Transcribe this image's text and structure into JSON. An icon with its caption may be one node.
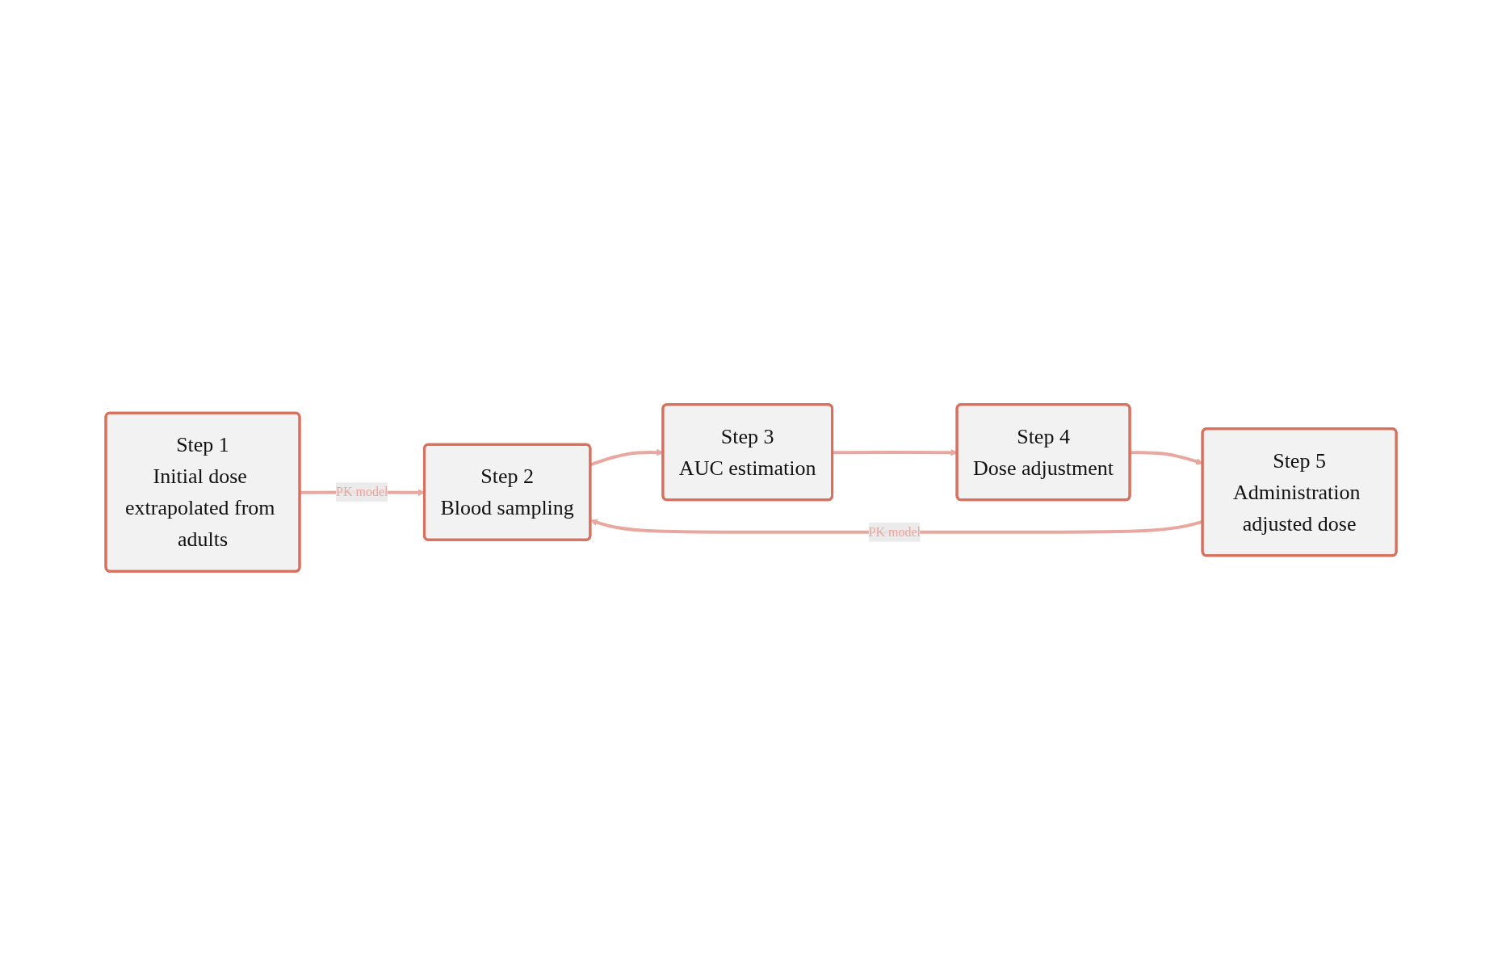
{
  "diagram": {
    "nodes": [
      {
        "text": [
          "Step 1",
          "Initial dose extrapolated from adults"
        ]
      },
      {
        "text": [
          "Step 2",
          "Blood sampling"
        ]
      },
      {
        "text": [
          "Step 3",
          "AUC estimation"
        ]
      },
      {
        "text": [
          "Step 4",
          "Dose adjustment"
        ]
      },
      {
        "text": [
          "Step 5",
          "Administration adjusted dose"
        ]
      }
    ],
    "edges": [
      {
        "from": 0,
        "to": 1,
        "arrow": "to",
        "label": "PK model"
      },
      {
        "from": 1,
        "to": 2,
        "arrow": "to"
      },
      {
        "from": 2,
        "to": 3,
        "arrow": "to"
      },
      {
        "from": 3,
        "to": 4,
        "arrow": "to"
      },
      {
        "from": 4,
        "to": 1,
        "arrow": "to",
        "label": "PK model"
      }
    ]
  }
}
